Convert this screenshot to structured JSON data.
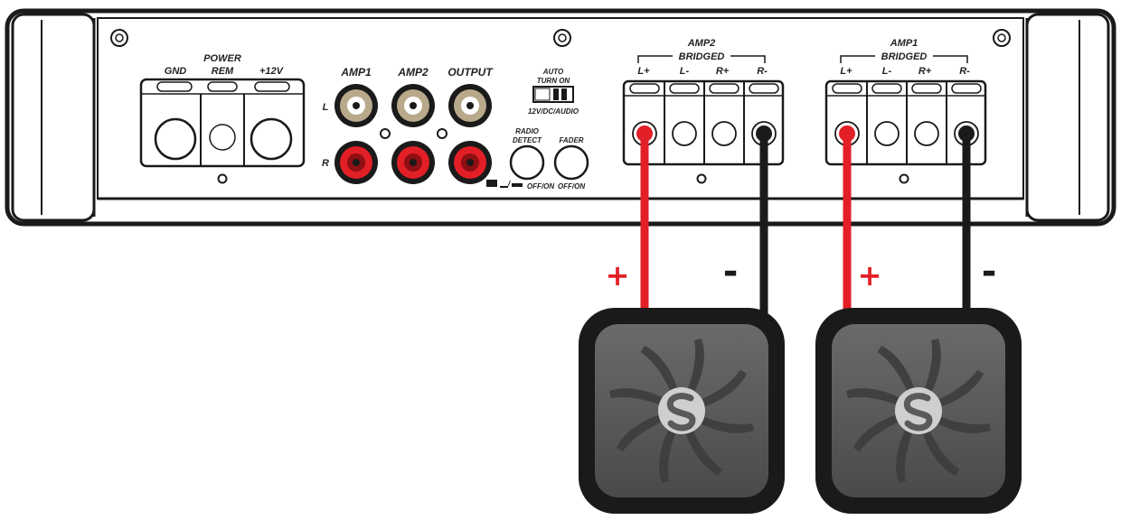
{
  "power": {
    "title": "POWER",
    "gnd": "GND",
    "rem": "REM",
    "plus12v": "+12V"
  },
  "rca": {
    "amp1": "AMP1",
    "amp2": "AMP2",
    "output": "OUTPUT",
    "left": "L",
    "right": "R"
  },
  "switches": {
    "auto_line1": "AUTO",
    "auto_line2": "TURN ON",
    "auto_options": "12V/DC/AUDIO",
    "radio_line1": "RADIO",
    "radio_line2": "DETECT",
    "radio_state": "OFF/ON",
    "fader": "FADER",
    "fader_state": "OFF/ON"
  },
  "amp2_block": {
    "title": "AMP2",
    "bridged": "BRIDGED",
    "terminals": [
      "L+",
      "L-",
      "R+",
      "R-"
    ]
  },
  "amp1_block": {
    "title": "AMP1",
    "bridged": "BRIDGED",
    "terminals": [
      "L+",
      "L-",
      "R+",
      "R-"
    ]
  },
  "wiring": {
    "plus": "+",
    "minus": "-",
    "plus_color": "#e21f26",
    "minus_color": "#1a1a1a"
  },
  "speaker": {
    "logo_icon": "s-logo-icon"
  }
}
